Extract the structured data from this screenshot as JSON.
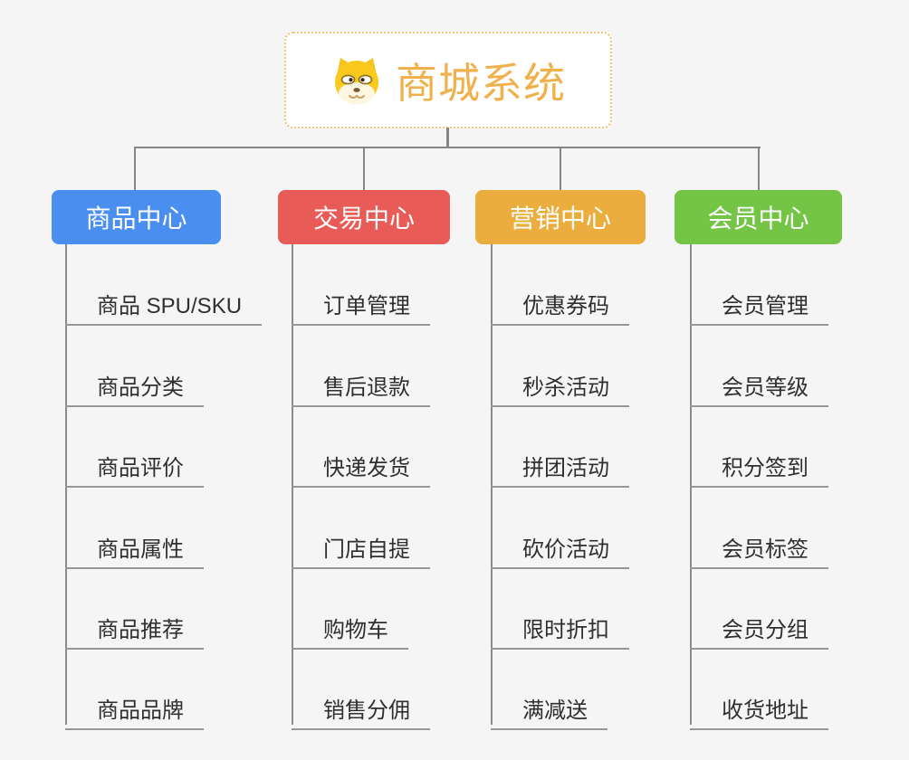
{
  "root": {
    "title": "商城系统",
    "icon": "doge-icon",
    "accent_color": "#f0b14d",
    "border_color": "#f2c27d"
  },
  "connector_color": "#868686",
  "underline_color": "#979797",
  "background_color": "#f5f5f5",
  "branches": [
    {
      "label": "商品中心",
      "color": "#4a8ef0",
      "items": [
        "商品 SPU/SKU",
        "商品分类",
        "商品评价",
        "商品属性",
        "商品推荐",
        "商品品牌"
      ]
    },
    {
      "label": "交易中心",
      "color": "#e85b57",
      "items": [
        "订单管理",
        "售后退款",
        "快递发货",
        "门店自提",
        "购物车",
        "销售分佣"
      ]
    },
    {
      "label": "营销中心",
      "color": "#ebae3e",
      "items": [
        "优惠券码",
        "秒杀活动",
        "拼团活动",
        "砍价活动",
        "限时折扣",
        "满减送"
      ]
    },
    {
      "label": "会员中心",
      "color": "#74c546",
      "items": [
        "会员管理",
        "会员等级",
        "积分签到",
        "会员标签",
        "会员分组",
        "收货地址"
      ]
    }
  ]
}
